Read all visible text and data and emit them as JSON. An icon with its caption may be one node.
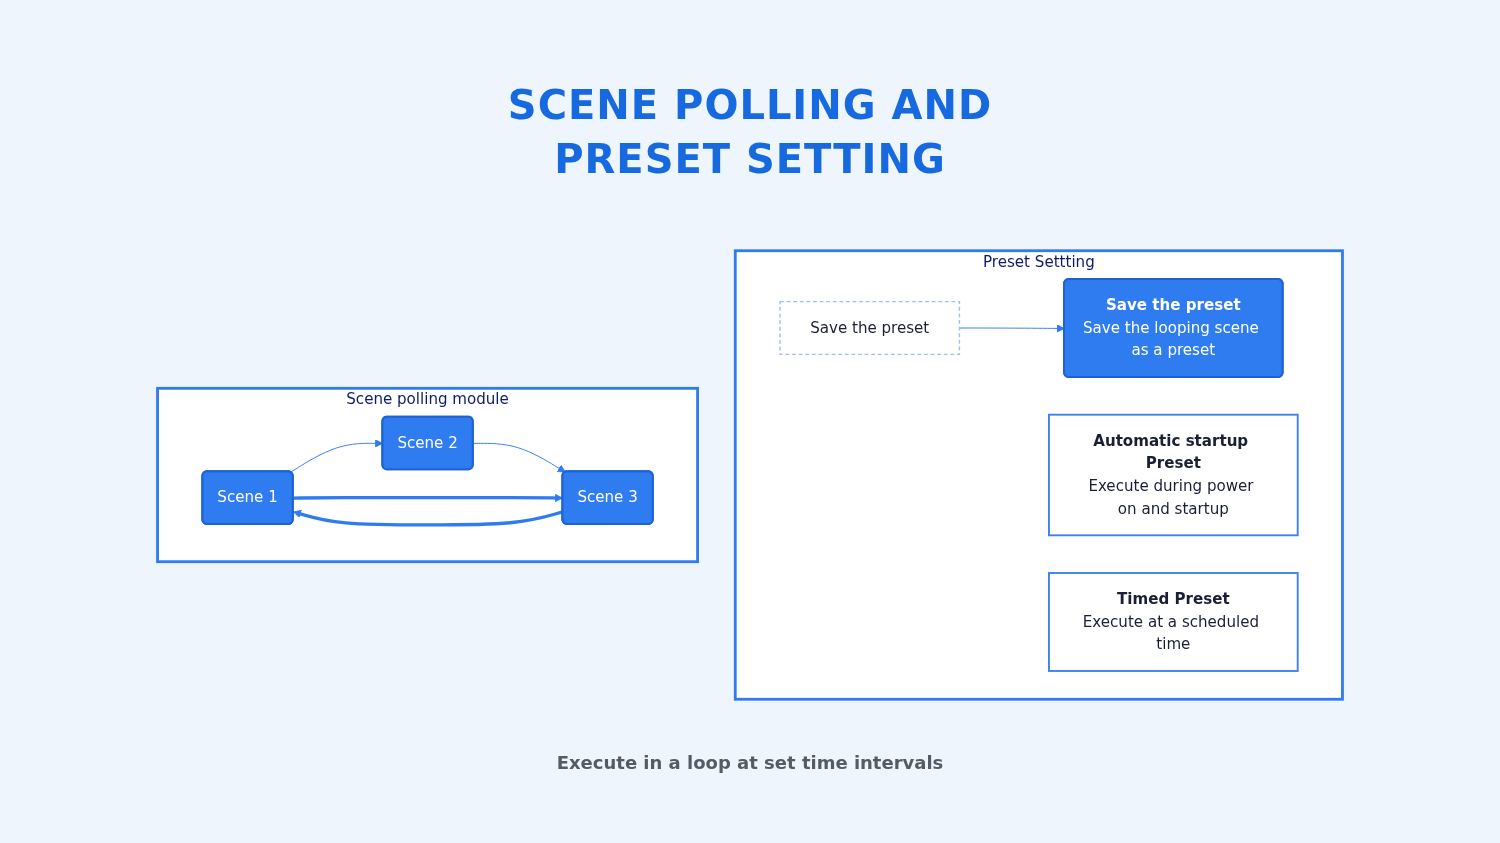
{
  "diagram": {
    "title": "SCENE POLLING AND PRESET SETTING",
    "nodes": [
      {
        "text": [
          "Scene polling module"
        ]
      },
      {
        "text": [
          "Scene 1"
        ],
        "in": 0
      },
      {
        "text": [
          "Scene 2"
        ],
        "in": 0
      },
      {
        "text": [
          "Scene 3"
        ],
        "in": 0
      },
      {
        "text": [
          "Preset Settting"
        ]
      },
      {
        "text": [
          "Save the preset"
        ],
        "in": 4
      },
      {
        "text": [
          "Save the preset",
          "Save the looping scene as a preset"
        ],
        "in": 4
      },
      {
        "text": [
          "Automatic startup Preset",
          "Execute during power on and startup"
        ],
        "in": 4
      },
      {
        "text": [
          "Timed Preset",
          "Execute at a scheduled time"
        ],
        "in": 4
      }
    ],
    "edges": [
      {
        "from": 1,
        "to": 2,
        "arrow": "to"
      },
      {
        "from": 2,
        "to": 3,
        "arrow": "to"
      },
      {
        "from": 1,
        "to": 3,
        "arrow": "to",
        "style": "thick"
      },
      {
        "from": 3,
        "to": 1,
        "arrow": "to",
        "style": "thick"
      },
      {
        "from": 5,
        "to": 6,
        "arrow": "to"
      }
    ],
    "labels": [
      "Execute in a loop at set time intervals"
    ]
  }
}
